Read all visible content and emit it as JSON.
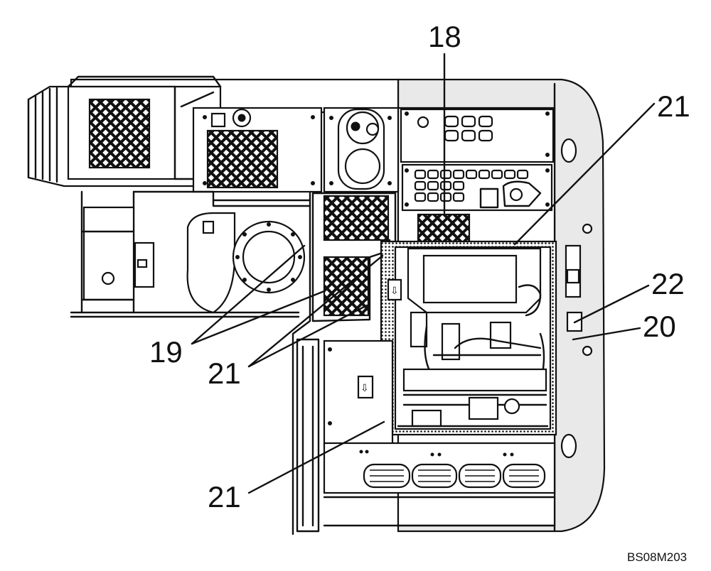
{
  "callouts": {
    "c18": "18",
    "c21_top": "21",
    "c22": "22",
    "c20": "20",
    "c19": "19",
    "c21_mid": "21",
    "c21_bottom": "21"
  },
  "figure_id": "BS08M203"
}
